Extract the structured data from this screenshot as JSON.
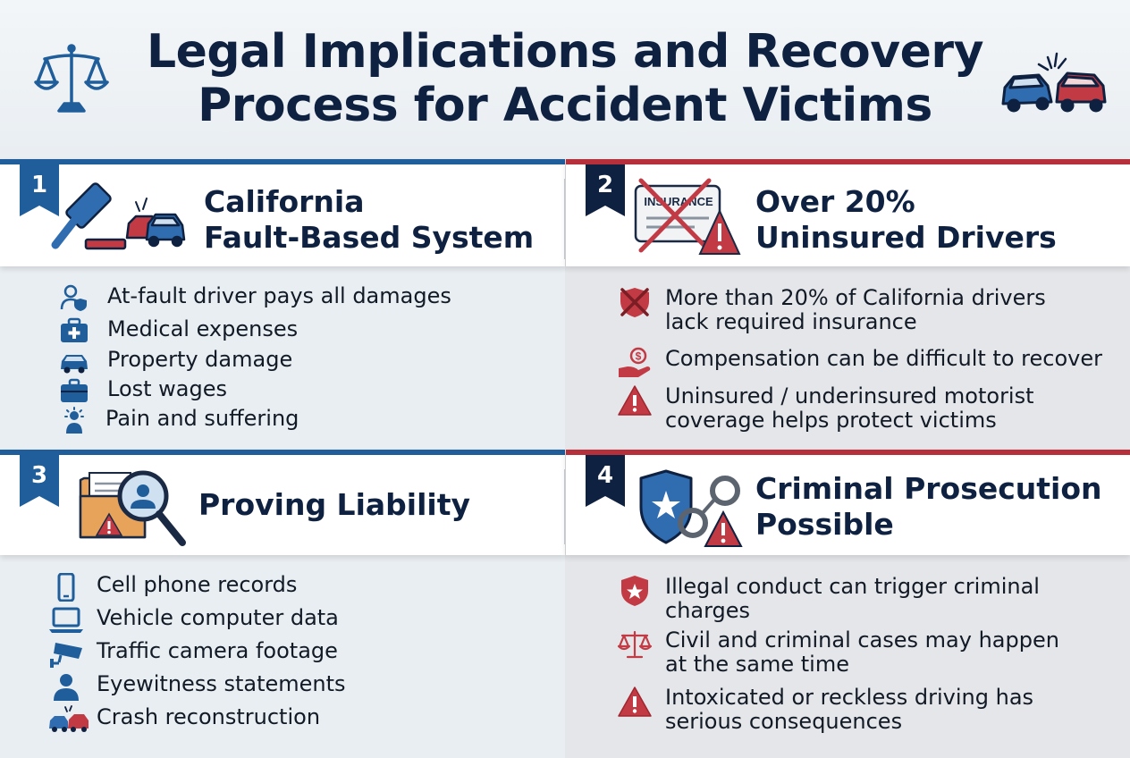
{
  "title": {
    "line1": "Legal Implications and Recovery",
    "line2": "Process for Accident Victims"
  },
  "colors": {
    "navy": "#0f2140",
    "blue": "#1f5e9a",
    "red": "#b5303a"
  },
  "sections": {
    "s1": {
      "number": "1",
      "title_line1": "California",
      "title_line2": "Fault-Based System",
      "icon": "gavel-cars-icon",
      "items": [
        {
          "icon": "person-shield-icon",
          "text": "At-fault driver pays all damages"
        },
        {
          "icon": "medical-kit-icon",
          "text": "Medical expenses"
        },
        {
          "icon": "car-icon",
          "text": "Property damage"
        },
        {
          "icon": "briefcase-icon",
          "text": "Lost wages"
        },
        {
          "icon": "person-pain-icon",
          "text": "Pain and suffering"
        }
      ]
    },
    "s2": {
      "number": "2",
      "title_line1": "Over 20%",
      "title_line2": "Uninsured Drivers",
      "icon": "insurance-card-crossed-icon",
      "insurance_label": "INSURANCE",
      "items": [
        {
          "icon": "shield-crossed-icon",
          "line1": "More than 20% of California drivers",
          "line2": "lack required insurance"
        },
        {
          "icon": "hand-money-icon",
          "line1": "Compensation can be difficult to recover",
          "line2": ""
        },
        {
          "icon": "warning-icon",
          "line1": "Uninsured / underinsured motorist",
          "line2": "coverage helps protect victims"
        }
      ]
    },
    "s3": {
      "number": "3",
      "title_line1": "Proving Liability",
      "icon": "folder-magnifier-icon",
      "items": [
        {
          "icon": "phone-icon",
          "text": "Cell phone records"
        },
        {
          "icon": "laptop-icon",
          "text": "Vehicle computer data"
        },
        {
          "icon": "camera-icon",
          "text": "Traffic camera footage"
        },
        {
          "icon": "person-icon",
          "text": "Eyewitness statements"
        },
        {
          "icon": "crash-icon",
          "text": "Crash reconstruction"
        }
      ]
    },
    "s4": {
      "number": "4",
      "title_line1": "Criminal Prosecution",
      "title_line2": "Possible",
      "icon": "badge-handcuffs-icon",
      "items": [
        {
          "icon": "badge-icon",
          "line1": "Illegal conduct can trigger criminal",
          "line2": "charges"
        },
        {
          "icon": "scales-icon",
          "line1": "Civil and criminal cases may happen",
          "line2": "at the same time"
        },
        {
          "icon": "warning-icon",
          "line1": "Intoxicated or reckless driving has",
          "line2": "serious consequences"
        }
      ]
    }
  }
}
